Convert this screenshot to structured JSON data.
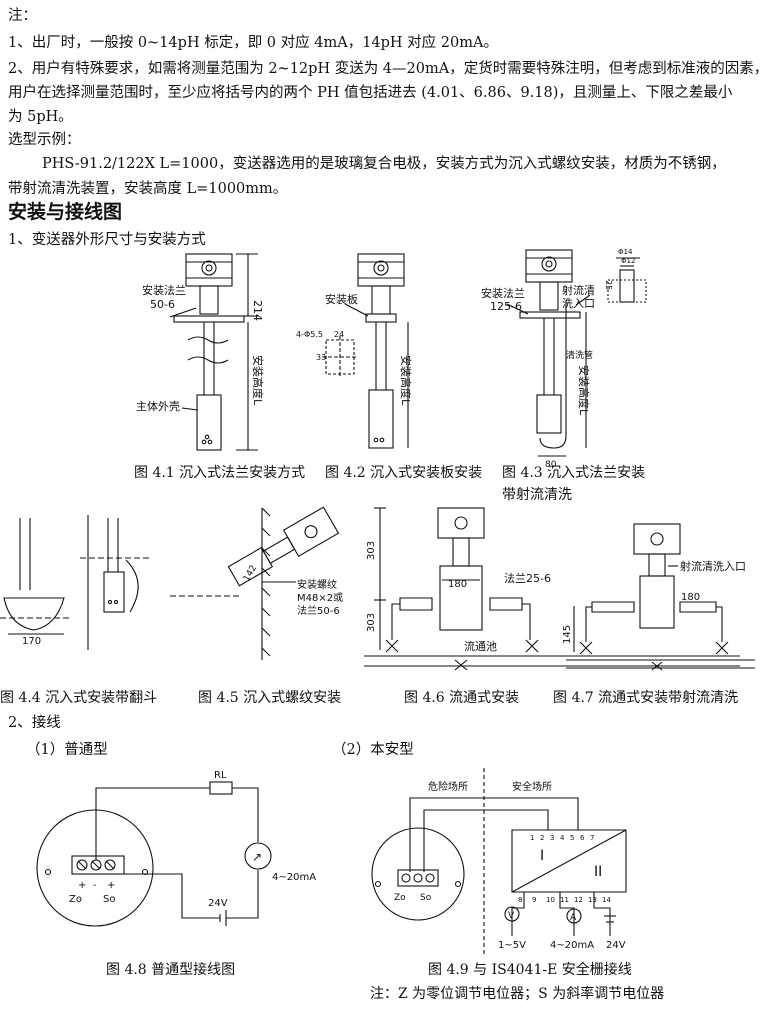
{
  "notes": {
    "heading": "注：",
    "line1": "1、出厂时，一般按 0~14pH 标定，即 0 对应 4mA，14pH 对应 20mA。",
    "line2a": "2、用户有特殊要求，如需将测量范围为 2~12pH 変送为 4—20mA，定货时需要特殊注明，但考虑到标准液的因素，",
    "line2b": "用户在选择测量范围时，至少应将括号内的两个 PH 值包括进去 (4.01、6.86、9.18)，且测量上、下限之差最小",
    "line2c": "为 5pH。",
    "example_heading": "选型示例：",
    "example1": "PHS-91.2/122X  L=1000，变送器选用的是玻璃复合电极，安装方式为沉入式螺纹安装，材质为不锈钢，",
    "example2": "带射流清洗装置，安装高度 L=1000mm。"
  },
  "section_title": "安装与接线图",
  "sub1": "1、变送器外形尺寸与安装方式",
  "fig41": {
    "flange": "安装法兰",
    "flange_size": "50-6",
    "dim": "214",
    "height": "安装高度L",
    "shell": "主体外壳",
    "caption": "图 4.1 沉入式法兰安装方式"
  },
  "fig42": {
    "plate": "安装板",
    "hole": "4-Φ5.5",
    "d24": "24",
    "d33": "33",
    "height": "安装高度L",
    "caption": "图 4.2 沉入式安装板安装"
  },
  "fig43": {
    "flange": "安装法兰",
    "flange_size": "125-6",
    "jet": "射流清",
    "jet2": "洗入口",
    "tube": "清洗管",
    "height": "安装高度L",
    "d80": "80",
    "d14": "Φ14",
    "d12": "Φ12",
    "d25": "25",
    "caption": "图 4.3 沉入式法兰安装",
    "caption2": "带射流清洗"
  },
  "fig44": {
    "d170": "170",
    "caption": "图 4.4 沉入式安装带翻斗"
  },
  "fig45": {
    "d142": "142",
    "l1": "安装螺纹",
    "l2": "M48×2或",
    "l3": "法兰50-6",
    "caption": "图 4.5 沉入式螺纹安装"
  },
  "fig46": {
    "d303a": "303",
    "d180": "180",
    "d303b": "303",
    "flange": "法兰25-6",
    "pool": "流通池",
    "caption": "图 4.6 流通式安装"
  },
  "fig47": {
    "jet": "射流清洗入口",
    "d180": "180",
    "d145": "145",
    "caption": "图 4.7 流通式安装带射流清洗"
  },
  "sub2": "2、接线",
  "type1": "（1）普通型",
  "type2": "（2）本安型",
  "fig48": {
    "rl": "RL",
    "current": "4~20mA",
    "volt": "24V",
    "plus": "+",
    "minus": "-",
    "zo": "Zo",
    "so": "So",
    "meter": "↗",
    "caption": "图 4.8 普通型接线图"
  },
  "fig49": {
    "danger": "危险场所",
    "safe": "安全场所",
    "I": "I",
    "II": "II",
    "t1": "1",
    "t2": "2",
    "t3": "3",
    "t4": "4",
    "t5": "5",
    "t6": "6",
    "t7": "7",
    "t8": "8",
    "t9": "9",
    "t10": "10",
    "t11": "11",
    "t12": "12",
    "t13": "13",
    "t14": "14",
    "V": "V",
    "A": "A",
    "r1": "1~5V",
    "r2": "4~20mA",
    "r3": "24V",
    "zo": "Zo",
    "so": "So",
    "caption": "图 4.9 与 IS4041-E 安全栅接线"
  },
  "footnote": "注：Z 为零位调节电位器；S 为斜率调节电位器"
}
